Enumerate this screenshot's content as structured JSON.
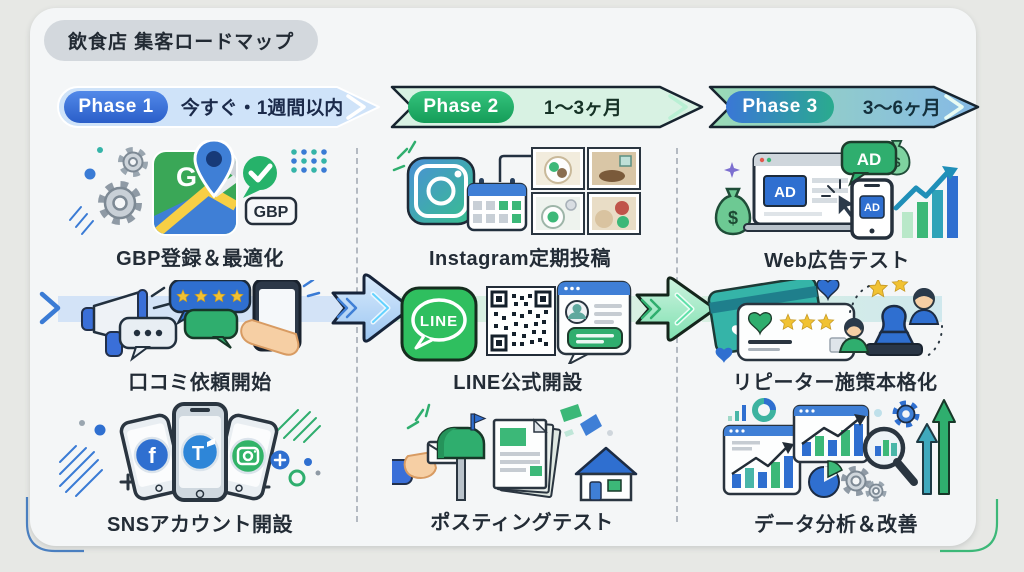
{
  "title": "飲食店 集客ロードマップ",
  "phases": [
    {
      "label": "Phase 1",
      "period": "今すぐ・1週間以内"
    },
    {
      "label": "Phase 2",
      "period": "1〜3ヶ月"
    },
    {
      "label": "Phase 3",
      "period": "3〜6ヶ月"
    }
  ],
  "items": [
    {
      "label": "GBP登録＆最適化",
      "icon": "google-business-profile-map"
    },
    {
      "label": "Instagram定期投稿",
      "icon": "instagram-calendar-food-grid"
    },
    {
      "label": "Web広告テスト",
      "icon": "laptop-ads-money-chart"
    },
    {
      "label": "口コミ依頼開始",
      "icon": "megaphone-review-bubbles-phone"
    },
    {
      "label": "LINE公式開設",
      "icon": "line-app-qr-profile-card"
    },
    {
      "label": "リピーター施策本格化",
      "icon": "loyalty-cards-stamp-customers"
    },
    {
      "label": "SNSアカウント開設",
      "icon": "three-phones-social-badges"
    },
    {
      "label": "ポスティングテスト",
      "icon": "mailbox-flyers-house"
    },
    {
      "label": "データ分析＆改善",
      "icon": "analytics-windows-magnifier-arrows"
    }
  ],
  "icon_text": {
    "g": "G",
    "gbp": "GBP",
    "ad": "AD",
    "line": "LINE",
    "facebook": "f",
    "t": "T",
    "dollar": "$"
  },
  "colors": {
    "blue": "#2f6fd0",
    "green": "#2fae6e",
    "teal": "#35b4a8",
    "band_blue": "#d3e3f7",
    "band_green": "#d8f0e2",
    "phase1_pill": "#2a5ec9",
    "phase2_pill": "#159c58",
    "phase3_pill": "#3a77d6",
    "gold_star": "#f1c232"
  }
}
